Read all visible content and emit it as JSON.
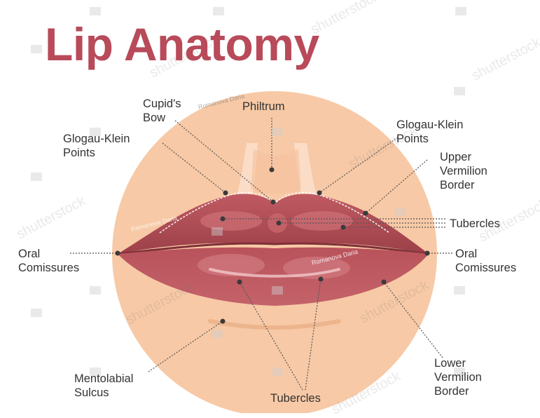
{
  "title": "Lip Anatomy",
  "colors": {
    "title": "#b84a5a",
    "face_circle": "#f7c9a6",
    "lips": "#b04e55",
    "lip_dark": "#8e3840",
    "label_text": "#333333"
  },
  "labels": {
    "cupids_bow": "Cupid's\nBow",
    "philtrum": "Philtrum",
    "glogau_klein_left": "Glogau-Klein\nPoints",
    "glogau_klein_right": "Glogau-Klein\nPoints",
    "upper_vermilion_border": "Upper\nVermilion\nBorder",
    "tubercles_upper": "Tubercles",
    "oral_comissures_left": "Oral\nComissures",
    "oral_comissures_right": "Oral\nComissures",
    "mentolabial_sulcus": "Mentolabial\nSulcus",
    "lower_vermilion_border": "Lower\nVermilion\nBorder",
    "tubercles_lower": "Tubercles"
  },
  "watermarks": {
    "stock": "shutterstock",
    "author": "Romanova Daria"
  }
}
